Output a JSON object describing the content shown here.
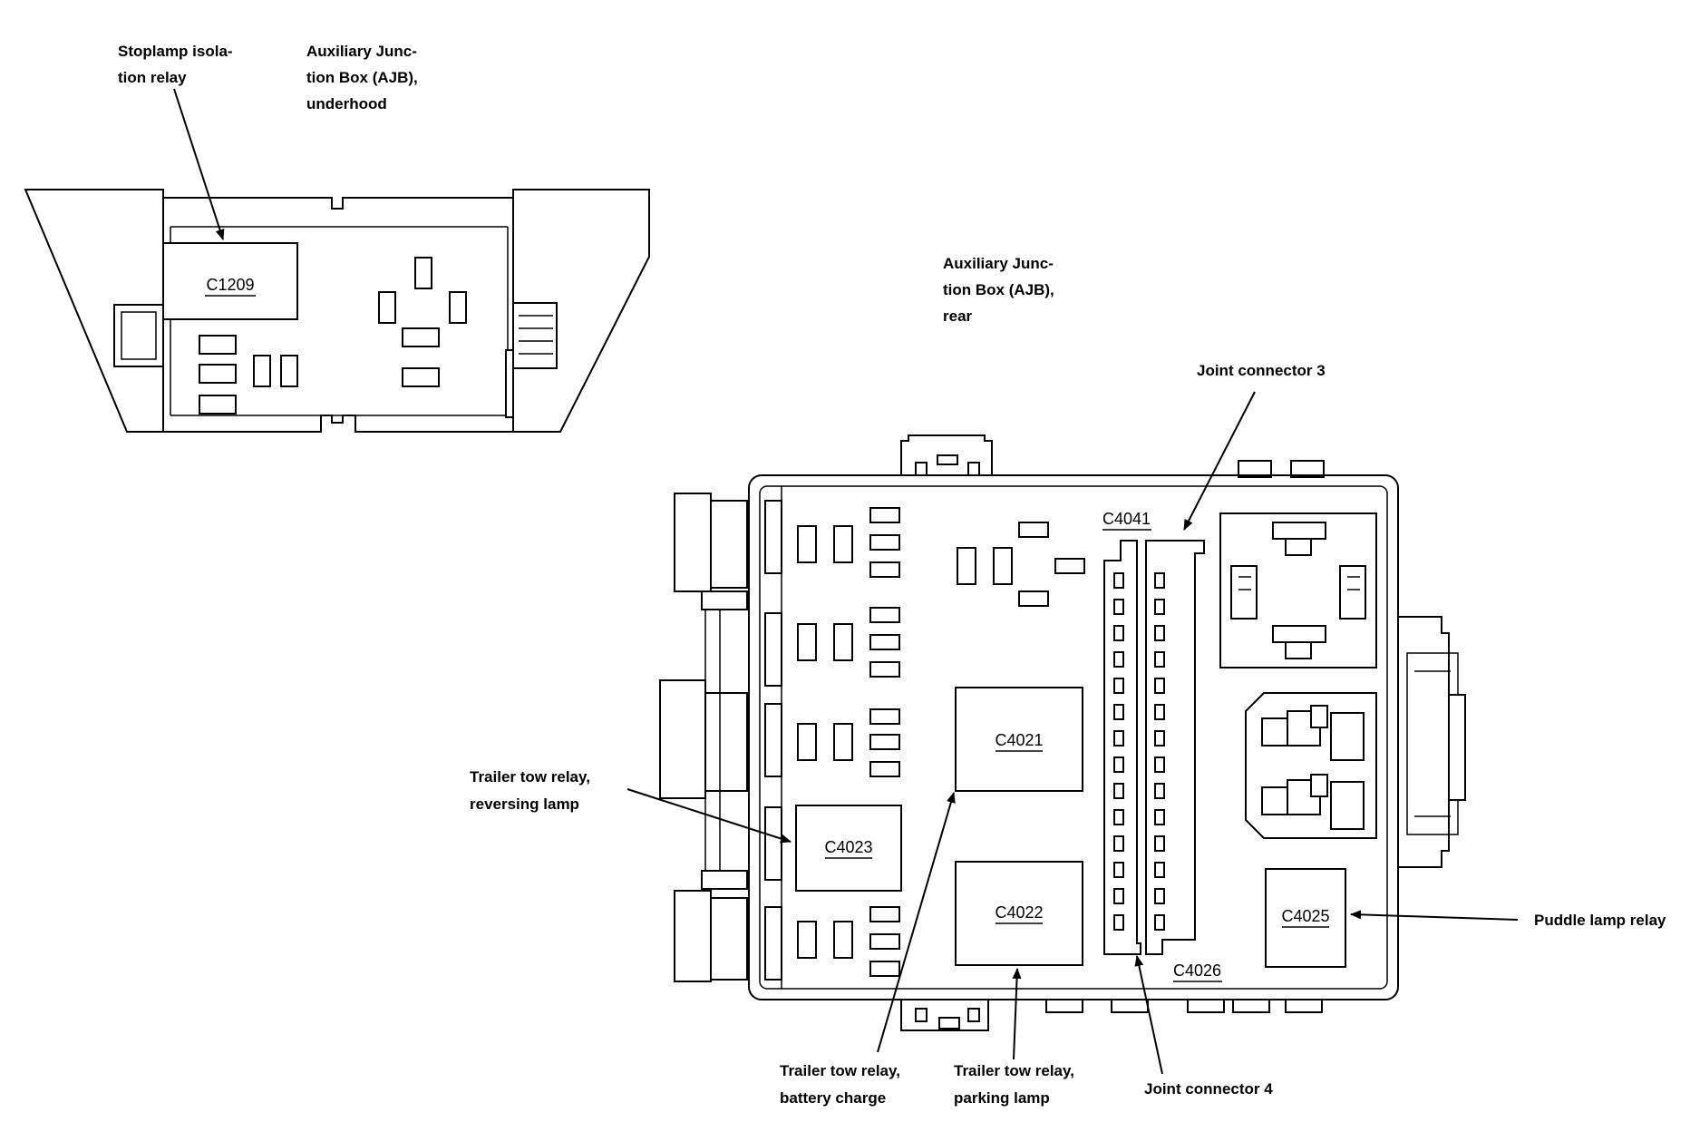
{
  "underhood": {
    "title": [
      "Auxiliary Junc-",
      "tion Box (AJB),",
      "underhood"
    ],
    "callouts": {
      "stoplamp": [
        "Stoplamp isola-",
        "tion relay"
      ]
    },
    "connectors": {
      "c1209": "C1209"
    }
  },
  "rear": {
    "title": [
      "Auxiliary Junc-",
      "tion Box (AJB),",
      "rear"
    ],
    "callouts": {
      "joint3": [
        "Joint connector 3"
      ],
      "trailer_reversing": [
        "Trailer tow relay,",
        "reversing lamp"
      ],
      "puddle": [
        "Puddle lamp relay"
      ],
      "trailer_battery": [
        "Trailer tow relay,",
        "battery charge"
      ],
      "trailer_parking": [
        "Trailer tow relay,",
        "parking lamp"
      ],
      "joint4": [
        "Joint connector 4"
      ]
    },
    "connectors": {
      "c4041": "C4041",
      "c4021": "C4021",
      "c4022": "C4022",
      "c4023": "C4023",
      "c4025": "C4025",
      "c4026": "C4026"
    }
  }
}
